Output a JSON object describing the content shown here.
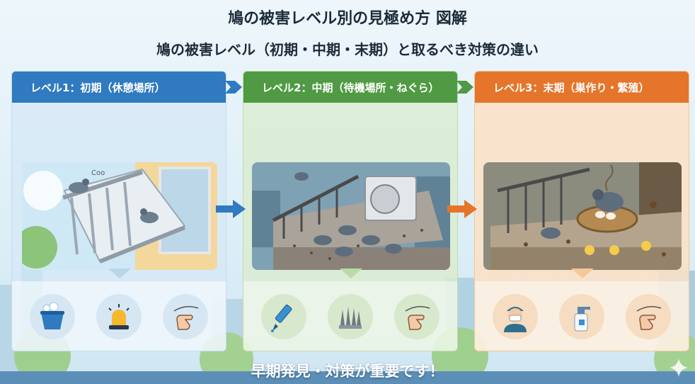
{
  "title": "鳩の被害レベル別の見極め方 図解",
  "subtitle": "鳩の被害レベル（初期・中期・末期）と取るべき対策の違い",
  "levels": [
    {
      "label": "レベル1：初期（休憩場所）",
      "scene_text": "Coo",
      "tools": [
        "bucket-icon",
        "alarm-light-icon",
        "hand-string-icon"
      ],
      "color": "#2f7ac0"
    },
    {
      "label": "レベル2：中期（待機場所・ねぐら）",
      "tools": [
        "sealant-tube-icon",
        "bird-spikes-icon",
        "hand-string-icon"
      ],
      "color": "#4f9a43"
    },
    {
      "label": "レベル3：末期（巣作り・繁殖）",
      "tools": [
        "masked-worker-icon",
        "spray-bottle-icon",
        "hand-string-icon"
      ],
      "color": "#e5752a"
    }
  ],
  "footer": "早期発見・対策が重要です！"
}
